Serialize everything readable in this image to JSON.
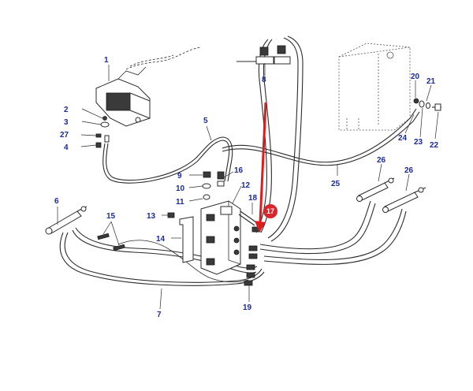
{
  "diagram": {
    "labels": {
      "l1": "1",
      "l2": "2",
      "l3": "3",
      "l27": "27",
      "l4": "4",
      "l5": "5",
      "l6": "6",
      "l7": "7",
      "l8": "8",
      "l9": "9",
      "l10": "10",
      "l11": "11",
      "l12": "12",
      "l13": "13",
      "l14": "14",
      "l15": "15",
      "l16": "16",
      "l18": "18",
      "l19": "19",
      "l20": "20",
      "l21": "21",
      "l22": "22",
      "l23": "23",
      "l24": "24",
      "l25": "25",
      "l26a": "26",
      "l26b": "26"
    },
    "highlight": {
      "number": "17",
      "color": "#d9262c"
    },
    "arrow_color": "#e01b1b",
    "label_color": "#1a2a9c"
  }
}
